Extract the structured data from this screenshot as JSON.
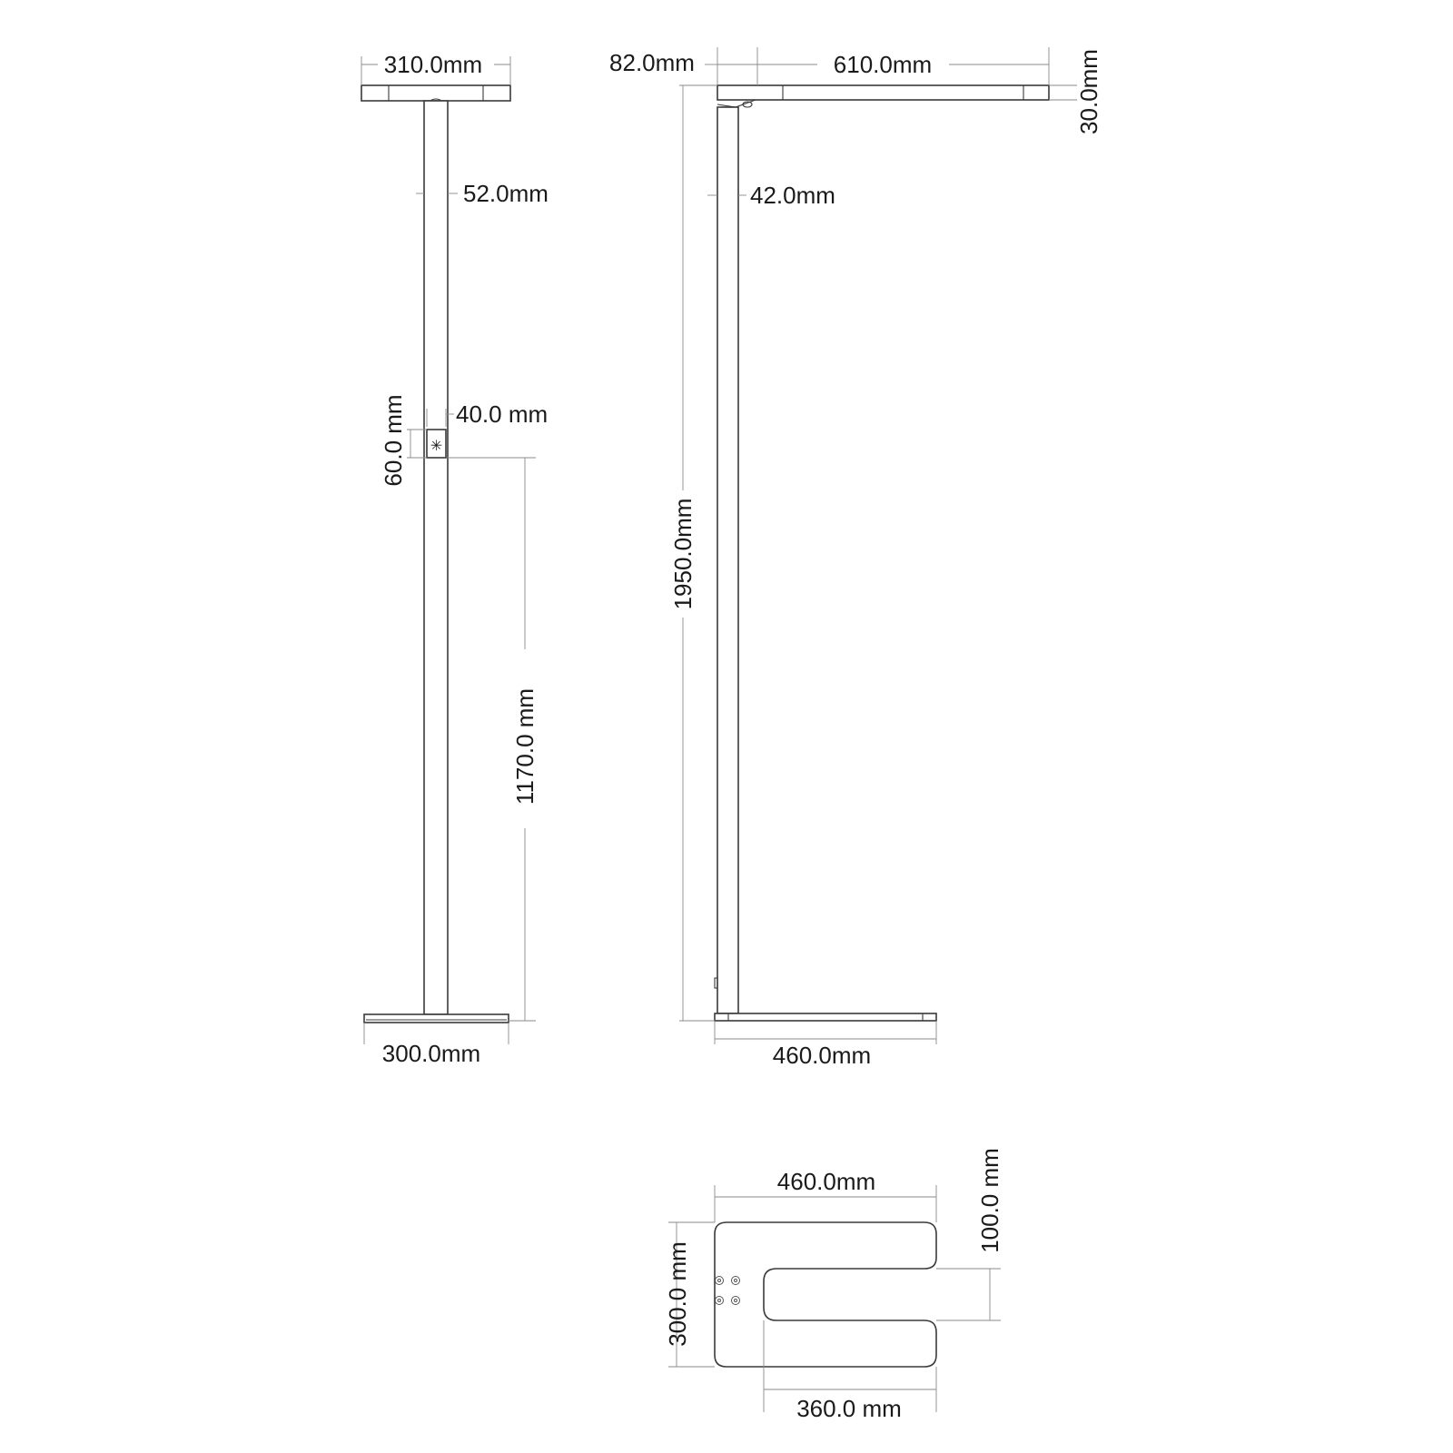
{
  "colors": {
    "line": "#3a3a3a",
    "dimension": "#8a8a8a",
    "text": "#1a1a1a",
    "background": "#ffffff"
  },
  "front_view": {
    "head_width": "310.0mm",
    "pole_width": "52.0mm",
    "switch_width": "40.0 mm",
    "switch_height": "60.0 mm",
    "switch_elevation": "1170.0 mm",
    "base_width": "300.0mm",
    "switch_symbol": "✳"
  },
  "side_view": {
    "head_offset": "82.0mm",
    "arm_length": "610.0mm",
    "arm_thickness": "30.0mm",
    "pole_width": "42.0mm",
    "total_height": "1950.0mm",
    "base_length": "460.0mm"
  },
  "base_top_view": {
    "length": "460.0mm",
    "slot_width": "100.0 mm",
    "depth": "300.0 mm",
    "slot_length": "360.0 mm"
  }
}
